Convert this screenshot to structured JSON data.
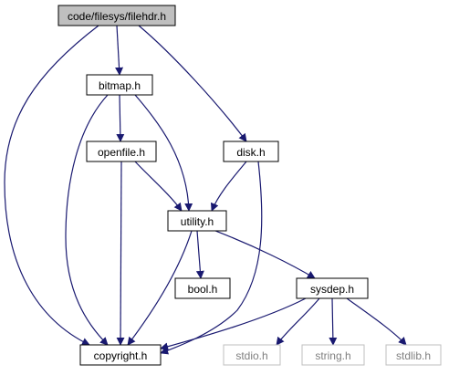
{
  "colors": {
    "edge": "#191970",
    "node_border": "#000000",
    "node_text": "#000000",
    "root_fill": "#bfbfbf",
    "external_border": "#bfbfbf",
    "external_text": "#808080",
    "background": "#ffffff"
  },
  "nodes": [
    {
      "id": "filehdr",
      "label": "code/filesys/filehdr.h",
      "kind": "root"
    },
    {
      "id": "bitmap",
      "label": "bitmap.h",
      "kind": "local"
    },
    {
      "id": "disk",
      "label": "disk.h",
      "kind": "local"
    },
    {
      "id": "openfile",
      "label": "openfile.h",
      "kind": "local"
    },
    {
      "id": "utility",
      "label": "utility.h",
      "kind": "local"
    },
    {
      "id": "bool",
      "label": "bool.h",
      "kind": "local"
    },
    {
      "id": "sysdep",
      "label": "sysdep.h",
      "kind": "local"
    },
    {
      "id": "copyright",
      "label": "copyright.h",
      "kind": "local"
    },
    {
      "id": "stdio",
      "label": "stdio.h",
      "kind": "external"
    },
    {
      "id": "string",
      "label": "string.h",
      "kind": "external"
    },
    {
      "id": "stdlib",
      "label": "stdlib.h",
      "kind": "external"
    }
  ],
  "edges": [
    {
      "from": "filehdr",
      "to": "bitmap"
    },
    {
      "from": "filehdr",
      "to": "disk"
    },
    {
      "from": "filehdr",
      "to": "copyright"
    },
    {
      "from": "bitmap",
      "to": "openfile"
    },
    {
      "from": "bitmap",
      "to": "utility"
    },
    {
      "from": "bitmap",
      "to": "copyright"
    },
    {
      "from": "openfile",
      "to": "utility"
    },
    {
      "from": "openfile",
      "to": "copyright"
    },
    {
      "from": "disk",
      "to": "utility"
    },
    {
      "from": "disk",
      "to": "copyright"
    },
    {
      "from": "utility",
      "to": "bool"
    },
    {
      "from": "utility",
      "to": "sysdep"
    },
    {
      "from": "utility",
      "to": "copyright"
    },
    {
      "from": "sysdep",
      "to": "copyright"
    },
    {
      "from": "sysdep",
      "to": "stdio"
    },
    {
      "from": "sysdep",
      "to": "string"
    },
    {
      "from": "sysdep",
      "to": "stdlib"
    }
  ]
}
